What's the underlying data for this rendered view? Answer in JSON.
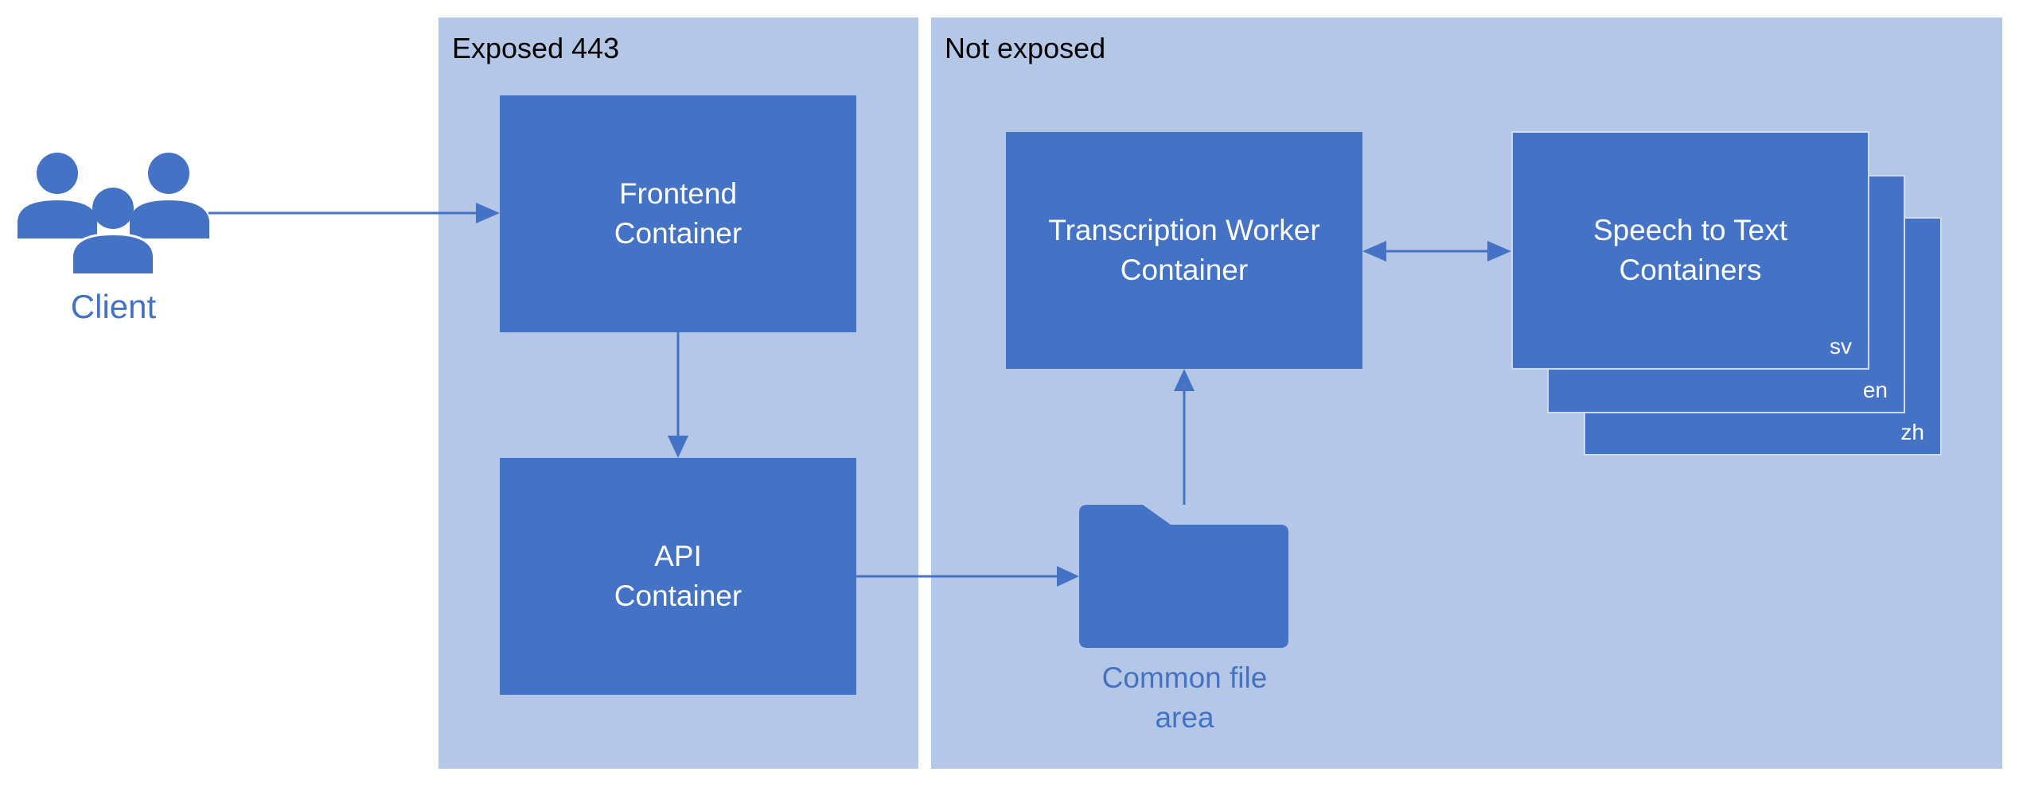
{
  "diagram": {
    "zones": [
      {
        "id": "exposed",
        "title": "Exposed 443"
      },
      {
        "id": "internal",
        "title": "Not exposed"
      }
    ],
    "client": {
      "label": "Client",
      "icon": "users-icon"
    },
    "nodes": {
      "frontend": {
        "line1": "Frontend",
        "line2": "Container"
      },
      "api": {
        "line1": "API",
        "line2": "Container"
      },
      "worker": {
        "line1": "Transcription Worker",
        "line2": "Container"
      },
      "stt": {
        "line1": "Speech to Text",
        "line2": "Containers",
        "languages": [
          "sv",
          "en",
          "zh"
        ]
      },
      "storage": {
        "line1": "Common file",
        "line2": "area",
        "icon": "folder-icon"
      }
    },
    "edges": [
      {
        "from": "client",
        "to": "frontend",
        "direction": "forward"
      },
      {
        "from": "frontend",
        "to": "api",
        "direction": "forward"
      },
      {
        "from": "api",
        "to": "storage",
        "direction": "forward"
      },
      {
        "from": "storage",
        "to": "worker",
        "direction": "forward"
      },
      {
        "from": "worker",
        "to": "stt",
        "direction": "both"
      }
    ],
    "colors": {
      "zone_fill": "#b4c7e7",
      "box_fill": "#4472c4",
      "text_on_box": "#ffffff",
      "caption": "#4472c4"
    }
  }
}
